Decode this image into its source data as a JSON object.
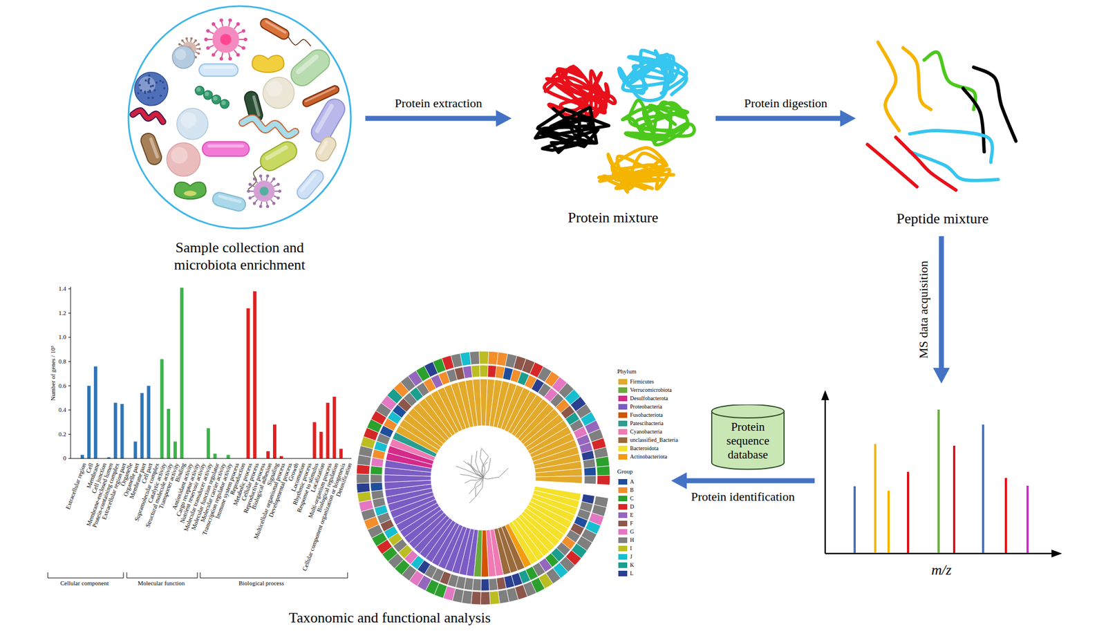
{
  "diagram": {
    "nodes": [
      {
        "text": [
          "Sample collection and microbiota enrichment"
        ]
      },
      {
        "text": [
          "Protein mixture"
        ]
      },
      {
        "text": [
          "Peptide mixture"
        ]
      },
      {
        "text": [
          "m/z"
        ]
      },
      {
        "text": [
          "Protein sequence database"
        ]
      },
      {
        "text": [
          "Taxonomic and functional analysis"
        ]
      }
    ],
    "edges": [
      {
        "from": 0,
        "to": 1,
        "arrow": "to",
        "label": "Protein extraction"
      },
      {
        "from": 1,
        "to": 2,
        "arrow": "to",
        "label": "Protein digestion"
      },
      {
        "from": 2,
        "to": 3,
        "arrow": "to",
        "label": "MS data acquisition"
      },
      {
        "from": 3,
        "to": 5,
        "arrow": "to",
        "label": "Protein identification"
      }
    ],
    "labels": [
      "Number of genes / 10³",
      "1.4",
      "1.2",
      "1.0",
      "0.8",
      "0.6",
      "0.4",
      "0.2",
      "0",
      "Extracellular region",
      "Cell",
      "Membrane",
      "Cell junction",
      "Membrane-enclosed lumen",
      "Protein-containing complex",
      "Extracellular region part",
      "Organelle",
      "Organelle part",
      "Membrane part",
      "Cell part",
      "Supramolecular complex",
      "Catalytic activity",
      "Structural molecule activity",
      "Transporter activity",
      "Binding",
      "Antioxidant activity",
      "Cargo receptor activity",
      "Nutrient reservoir activity",
      "Molecular transducer activity",
      "Molecular function regulator",
      "Molecular carrier activity",
      "Transcription regulator activity",
      "Immune system process",
      "Reproduction",
      "Metabolic process",
      "Cellular process",
      "Reproductive process",
      "Biological adhesion",
      "Signaling",
      "Multicellular organismal process",
      "Developmental process",
      "Growth",
      "Locomotion",
      "Rhythmic process",
      "Response to stimulus",
      "Localization",
      "Multi-organism process",
      "Biological regulation",
      "Cellular component organization or biogenesis",
      "Detoxification",
      "Cellular component",
      "Molecular function",
      "Biological process",
      "Phylum",
      "Group"
    ],
    "legend": [
      {
        "text": "Firmicutes",
        "color": "#e3a92a"
      },
      {
        "text": "Verrucomicrobiota",
        "color": "#6aaa3a"
      },
      {
        "text": "Desulfobacterota",
        "color": "#d42a8a"
      },
      {
        "text": "Proteobacteria",
        "color": "#7b5cc4"
      },
      {
        "text": "Fusobacteriota",
        "color": "#d35400"
      },
      {
        "text": "Patescibacteria",
        "color": "#2a9d8f"
      },
      {
        "text": "Cyanobacteria",
        "color": "#f07ab4"
      },
      {
        "text": "unclassified_Bacteria",
        "color": "#9b6a3a"
      },
      {
        "text": "Bacteroidota",
        "color": "#f5e12a"
      },
      {
        "text": "Actinobacteriota",
        "color": "#f39c12"
      },
      {
        "text": "A",
        "color": "#1f4e9c"
      },
      {
        "text": "B",
        "color": "#f28e2b"
      },
      {
        "text": "C",
        "color": "#2ca02c"
      },
      {
        "text": "D",
        "color": "#d62728"
      },
      {
        "text": "E",
        "color": "#9467bd"
      },
      {
        "text": "F",
        "color": "#8c564b"
      },
      {
        "text": "G",
        "color": "#e377c2"
      },
      {
        "text": "H",
        "color": "#7f7f7f"
      },
      {
        "text": "I",
        "color": "#bcbd22"
      },
      {
        "text": "J",
        "color": "#17becf"
      },
      {
        "text": "K",
        "color": "#1a9e8f"
      },
      {
        "text": "L",
        "color": "#2a3f8f"
      }
    ]
  }
}
